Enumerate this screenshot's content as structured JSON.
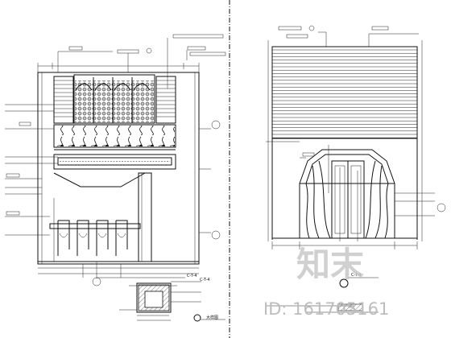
{
  "left_elevation": {
    "sheet_ref": "C-T-4",
    "detail_ref": "C-T-4",
    "scale_label": "大样图"
  },
  "right_elevation": {
    "sheet_ref": "C-T-4"
  },
  "watermark": {
    "brand": "知末",
    "id_text": "ID: 161705161"
  }
}
